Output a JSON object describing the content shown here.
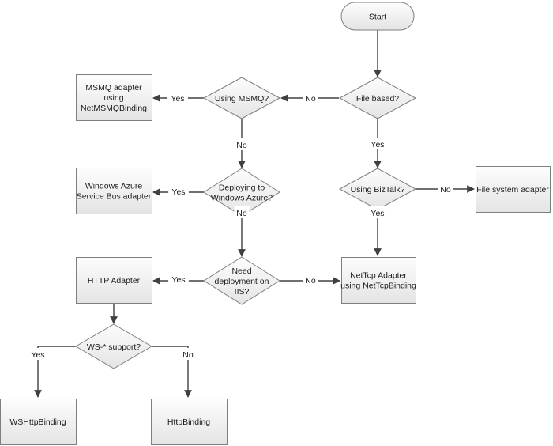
{
  "nodes": {
    "start": {
      "lines": [
        "Start"
      ]
    },
    "file_based": {
      "lines": [
        "File based?"
      ]
    },
    "using_msmq": {
      "lines": [
        "Using MSMQ?"
      ]
    },
    "msmq_adapter": {
      "lines": [
        "MSMQ adapter",
        "using",
        "NetMSMQBinding"
      ]
    },
    "using_biztalk": {
      "lines": [
        "Using BizTalk?"
      ]
    },
    "file_system_adapter": {
      "lines": [
        "File system adapter"
      ]
    },
    "deploying_azure": {
      "lines": [
        "Deploying to",
        "Windows Azure?"
      ]
    },
    "azure_adapter": {
      "lines": [
        "Windows Azure",
        "Service Bus adapter"
      ]
    },
    "need_iis": {
      "lines": [
        "Need",
        "deployment on",
        "IIS?"
      ]
    },
    "http_adapter": {
      "lines": [
        "HTTP Adapter"
      ]
    },
    "nettcp_adapter": {
      "lines": [
        "NetTcp Adapter",
        "using NetTcpBinding"
      ]
    },
    "ws_support": {
      "lines": [
        "WS-* support?"
      ]
    },
    "wshttpbinding": {
      "lines": [
        "WSHttpBinding"
      ]
    },
    "httpbinding": {
      "lines": [
        "HttpBinding"
      ]
    }
  },
  "edges": [
    {
      "from": "start",
      "to": "file_based",
      "label": ""
    },
    {
      "from": "file_based",
      "to": "using_msmq",
      "label": "No"
    },
    {
      "from": "using_msmq",
      "to": "msmq_adapter",
      "label": "Yes"
    },
    {
      "from": "file_based",
      "to": "using_biztalk",
      "label": "Yes"
    },
    {
      "from": "using_msmq",
      "to": "deploying_azure",
      "label": "No"
    },
    {
      "from": "using_biztalk",
      "to": "file_system_adapter",
      "label": "No"
    },
    {
      "from": "deploying_azure",
      "to": "azure_adapter",
      "label": "Yes"
    },
    {
      "from": "using_biztalk",
      "to": "nettcp_adapter",
      "label": "Yes"
    },
    {
      "from": "deploying_azure",
      "to": "need_iis",
      "label": "No"
    },
    {
      "from": "need_iis",
      "to": "http_adapter",
      "label": "Yes"
    },
    {
      "from": "need_iis",
      "to": "nettcp_adapter",
      "label": "No"
    },
    {
      "from": "http_adapter",
      "to": "ws_support",
      "label": ""
    },
    {
      "from": "ws_support",
      "to": "wshttpbinding",
      "label": "Yes"
    },
    {
      "from": "ws_support",
      "to": "httpbinding",
      "label": "No"
    }
  ],
  "colors": {
    "shape_fill_light": "#fdfdfd",
    "shape_fill_dark": "#e4e4e4",
    "shape_stroke": "#7f7f7f",
    "edge": "#404040",
    "text": "#1a1a1a"
  }
}
